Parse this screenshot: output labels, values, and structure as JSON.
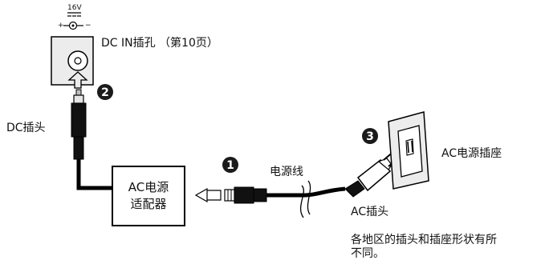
{
  "spec": {
    "voltage": "16V",
    "polarity_plus": "+",
    "polarity_minus": "−"
  },
  "labels": {
    "dc_in_jack": "DC IN插孔 （第10页）",
    "dc_plug": "DC插头",
    "power_cord": "电源线",
    "ac_outlet": "AC电源插座",
    "ac_plug": "AC插头",
    "adapter_line1": "AC电源",
    "adapter_line2": "适配器",
    "note_line1": "各地区的插头和插座形状有所",
    "note_line2": "不同。"
  },
  "steps": [
    "1",
    "2",
    "3"
  ],
  "colors": {
    "line": "#000000",
    "panel_fill": "#ececec",
    "step_fill": "#1a1a1a"
  }
}
